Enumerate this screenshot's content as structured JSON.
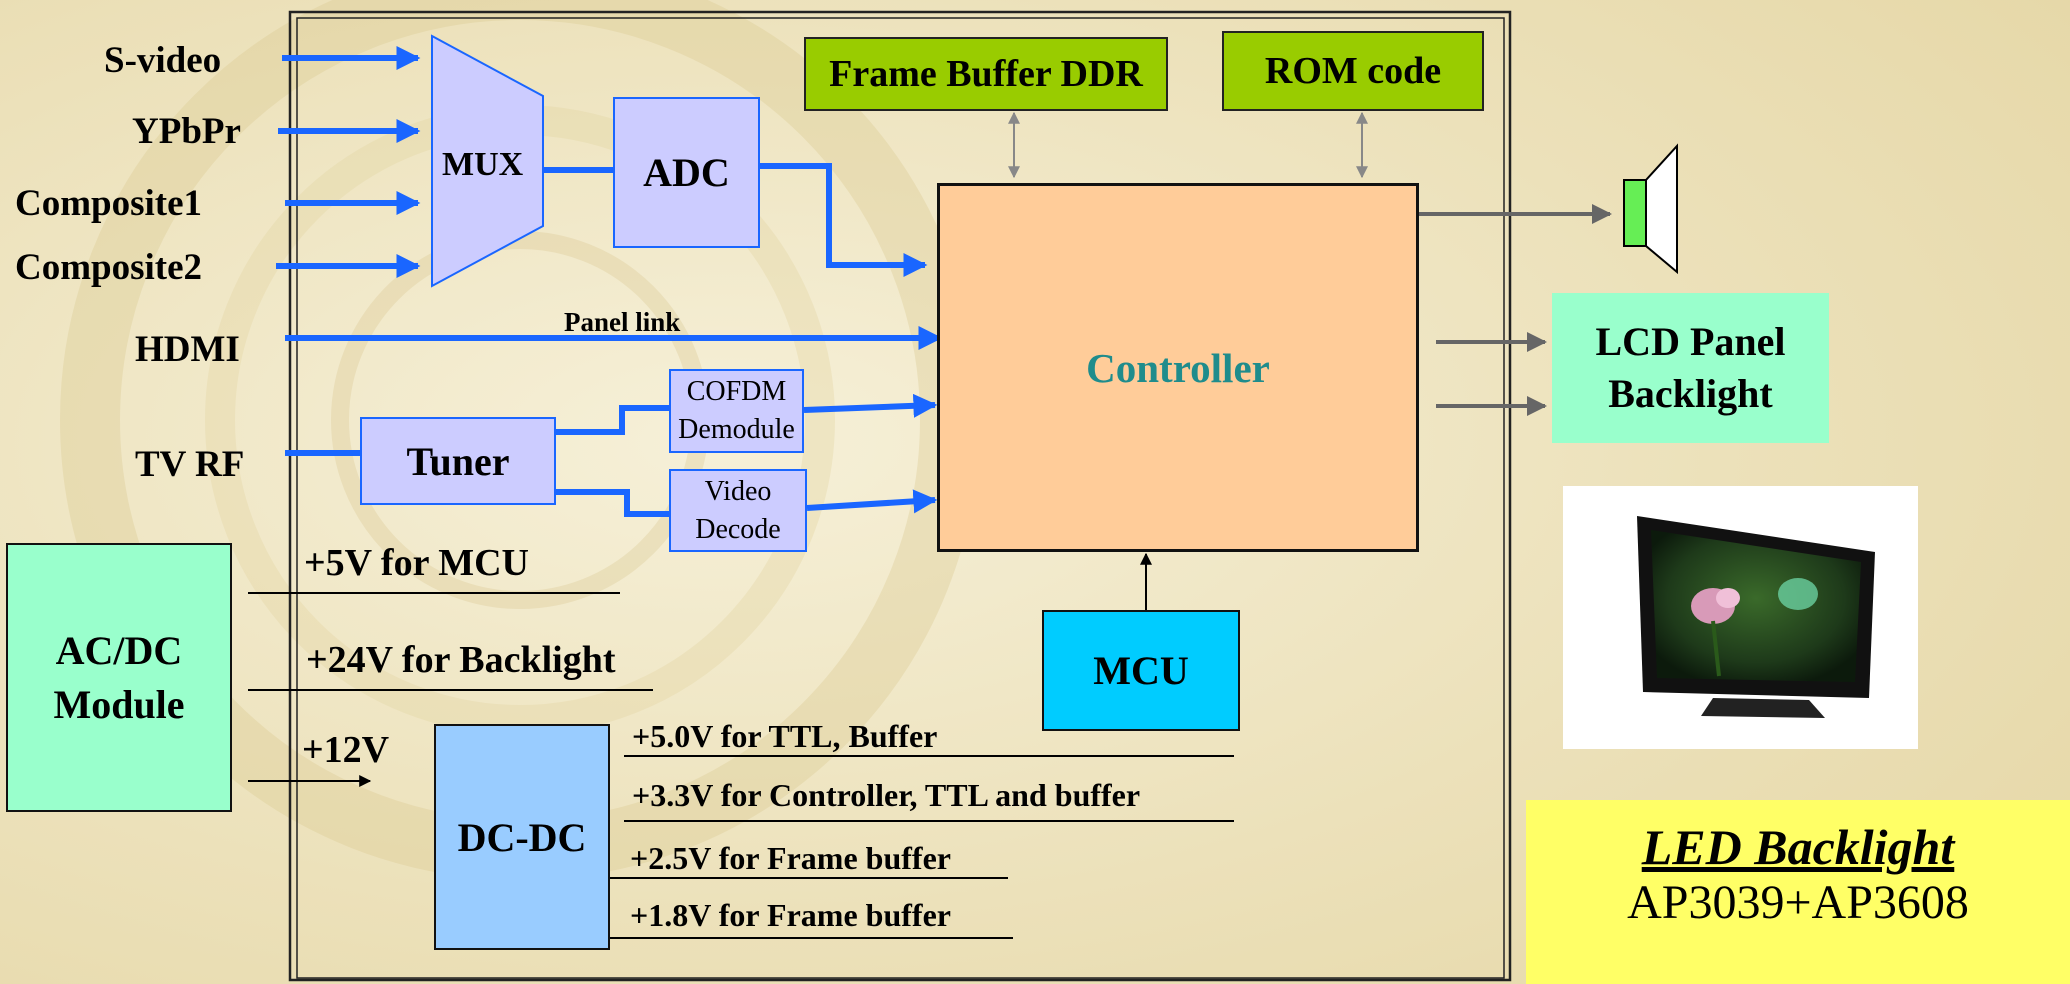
{
  "inputs": {
    "svideo": "S-video",
    "ypbpr": "YPbPr",
    "composite1": "Composite1",
    "composite2": "Composite2",
    "hdmi": "HDMI",
    "tvrf": "TV RF"
  },
  "blocks": {
    "mux": "MUX",
    "adc": "ADC",
    "frame_buffer": "Frame Buffer DDR",
    "rom_code": "ROM code",
    "controller": "Controller",
    "tuner": "Tuner",
    "cofdm_line1": "COFDM",
    "cofdm_line2": "Demodule",
    "video_line1": "Video",
    "video_line2": "Decode",
    "mcu": "MCU",
    "acdc_line1": "AC/DC",
    "acdc_line2": "Module",
    "dcdc": "DC-DC",
    "lcd_line1": "LCD Panel",
    "lcd_line2": "Backlight"
  },
  "labels": {
    "panel_link": "Panel link"
  },
  "power": {
    "v5_mcu": "+5V for MCU",
    "v24": "+24V for Backlight",
    "v12": "+12V",
    "v50": "+5.0V for TTL, Buffer",
    "v33": "+3.3V for Controller, TTL and buffer",
    "v25": "+2.5V for Frame buffer",
    "v18": "+1.8V for Frame buffer"
  },
  "led_note": {
    "title": "LED Backlight",
    "parts": "AP3039+AP3608"
  },
  "colors": {
    "signal_blue": "#1a66ff",
    "lavender": "#ccccff",
    "lime": "#99cc00",
    "peach": "#ffcc99",
    "controller_text": "#1f8c8c",
    "mcu_cyan": "#00ccff",
    "aqua": "#99ffcc",
    "light_blue": "#99ccff",
    "led_yellow": "#ffff66"
  }
}
